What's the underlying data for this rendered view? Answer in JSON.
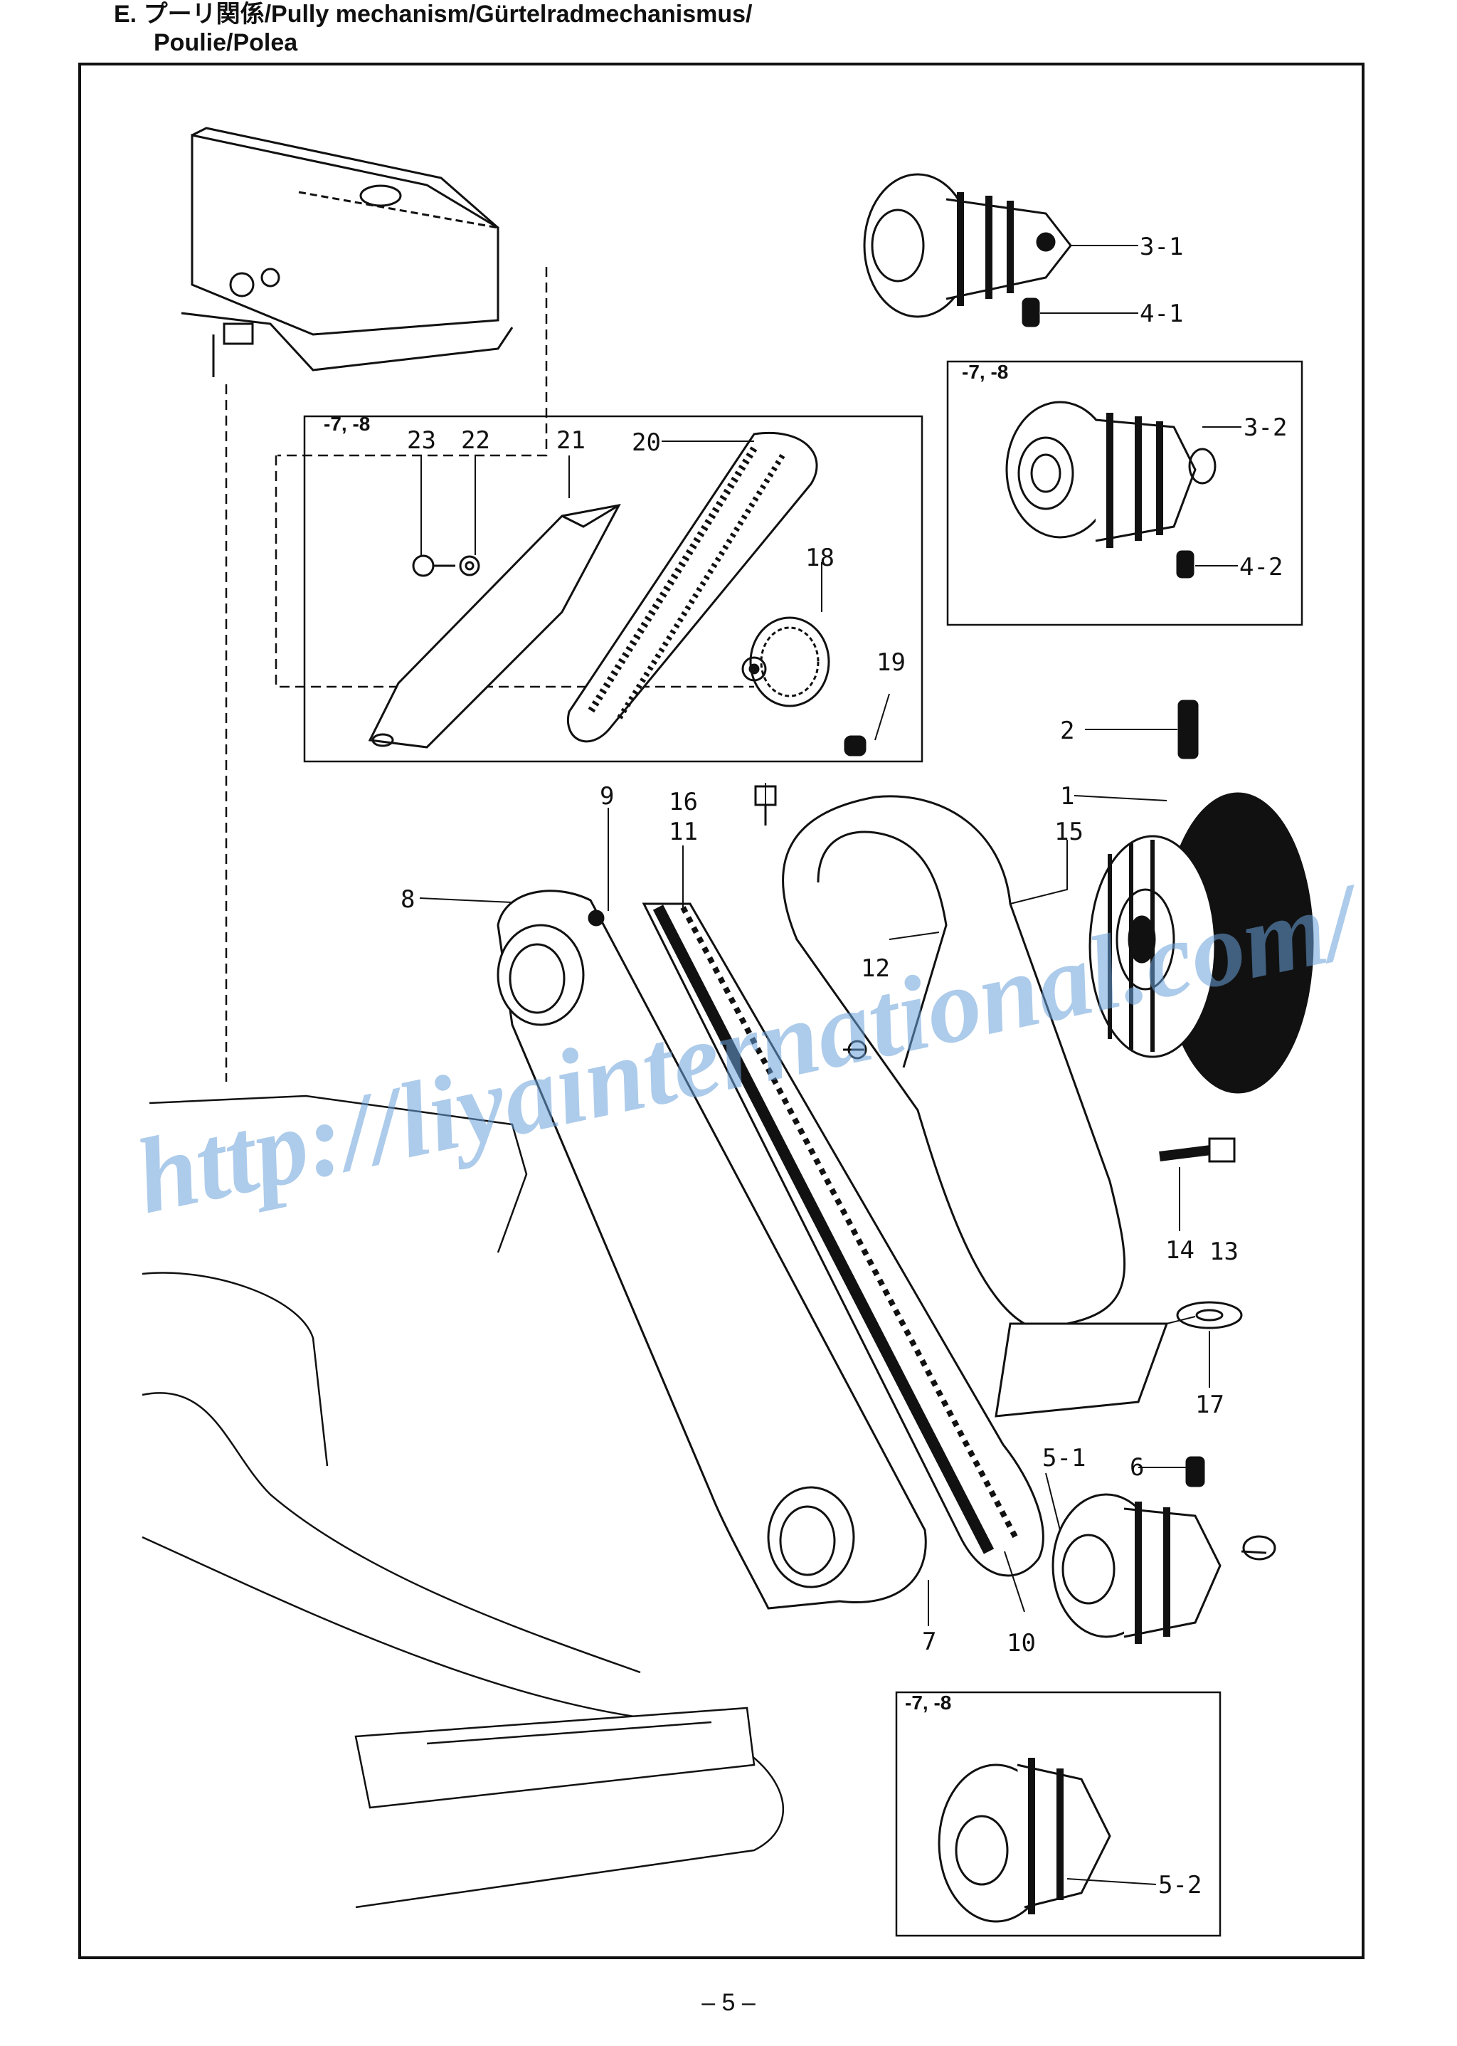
{
  "header": {
    "section": "E.",
    "title_line1": "プーリ関係/Pully mechanism/Gürtelradmechanismus/",
    "title_line2": "Poulie/Polea"
  },
  "variant_labels": [
    "-7, -8",
    "-7, -8",
    "-7, -8"
  ],
  "callouts": [
    {
      "id": "1",
      "text": "1"
    },
    {
      "id": "2",
      "text": "2"
    },
    {
      "id": "3-1",
      "text": "3-1"
    },
    {
      "id": "3-2",
      "text": "3-2"
    },
    {
      "id": "4-1",
      "text": "4-1"
    },
    {
      "id": "4-2",
      "text": "4-2"
    },
    {
      "id": "5-1",
      "text": "5-1"
    },
    {
      "id": "5-2",
      "text": "5-2"
    },
    {
      "id": "6",
      "text": "6"
    },
    {
      "id": "7",
      "text": "7"
    },
    {
      "id": "8",
      "text": "8"
    },
    {
      "id": "9",
      "text": "9"
    },
    {
      "id": "10",
      "text": "10"
    },
    {
      "id": "11",
      "text": "11"
    },
    {
      "id": "12",
      "text": "12"
    },
    {
      "id": "13",
      "text": "13"
    },
    {
      "id": "14",
      "text": "14"
    },
    {
      "id": "15",
      "text": "15"
    },
    {
      "id": "16",
      "text": "16"
    },
    {
      "id": "17",
      "text": "17"
    },
    {
      "id": "18",
      "text": "18"
    },
    {
      "id": "19",
      "text": "19"
    },
    {
      "id": "20",
      "text": "20"
    },
    {
      "id": "21",
      "text": "21"
    },
    {
      "id": "22",
      "text": "22"
    },
    {
      "id": "23",
      "text": "23"
    }
  ],
  "watermark": "http://liyainternational.com/",
  "footer": {
    "page_number": "– 5 –"
  }
}
